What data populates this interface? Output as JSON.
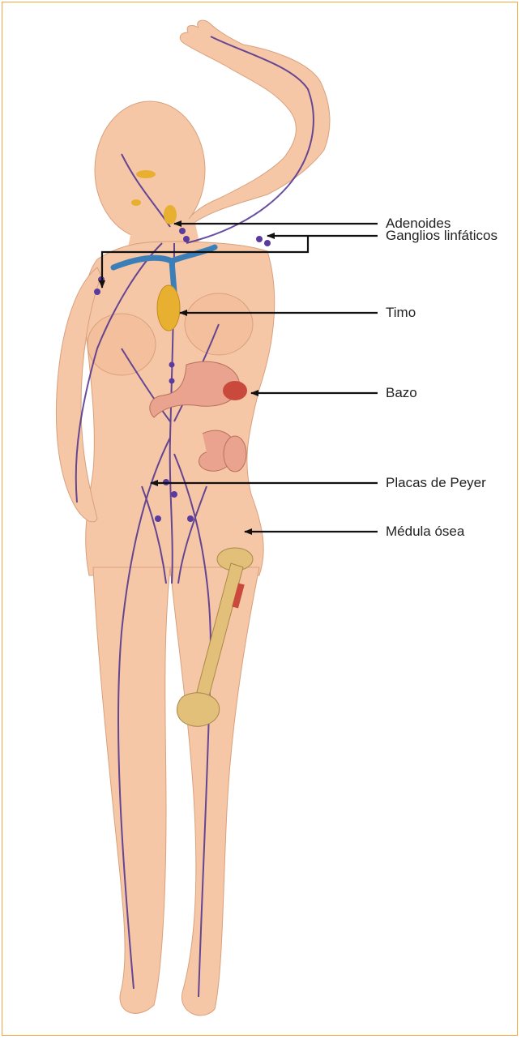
{
  "labels": {
    "adenoides": "Adenoides",
    "ganglios": "Ganglios linfáticos",
    "timo": "Timo",
    "bazo": "Bazo",
    "peyer": "Placas de Peyer",
    "medula": "Médula ósea"
  },
  "colors": {
    "frame": "#f2a93b",
    "skin": "#f6c7a6",
    "vessels": "#4b2f8f",
    "thymus": "#e8b030",
    "veins": "#3c7fb8",
    "spleen": "#c94a3c",
    "intestine": "#e9a38f",
    "bone": "#e2c07a",
    "arrows": "#111111"
  }
}
